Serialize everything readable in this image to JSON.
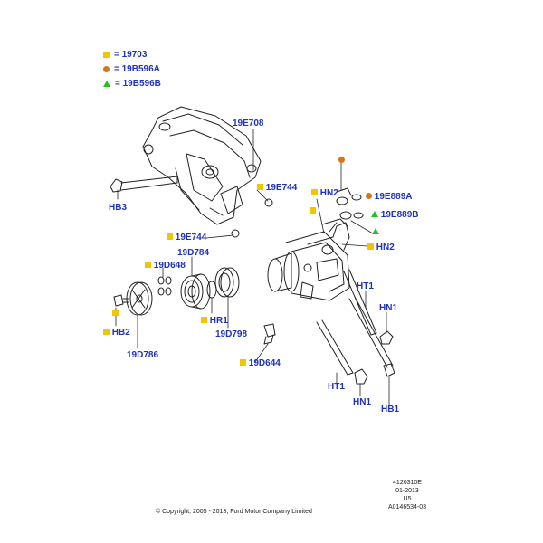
{
  "legend": {
    "items": [
      {
        "symbol": "square",
        "label": "= 19703"
      },
      {
        "symbol": "circle",
        "label": "= 19B596A"
      },
      {
        "symbol": "triangle",
        "label": "= 19B596B"
      }
    ]
  },
  "colors": {
    "label_blue": "#1f33b8",
    "square_yellow": "#f5c400",
    "circle_orange": "#d9741b",
    "triangle_green": "#22c21f",
    "line_dark": "#222222"
  },
  "callouts": {
    "c19E708": "19E708",
    "c19E744a": "19E744",
    "cHN2a": "HN2",
    "c19E889A": "19E889A",
    "c19E889B": "19E889B",
    "cHN2b": "HN2",
    "c19E744b": "19E744",
    "c19D784": "19D784",
    "c19D648": "19D648",
    "cHB3": "HB3",
    "cHT1a": "HT1",
    "cHN1a": "HN1",
    "cHR1": "HR1",
    "c19D798": "19D798",
    "cHB2": "HB2",
    "c19D786": "19D786",
    "c19D644": "19D644",
    "cHT1b": "HT1",
    "cHN1b": "HN1",
    "cHB1": "HB1"
  },
  "meta": {
    "code1": "4120310E",
    "code2": "01-2013",
    "code3": "U5",
    "code4": "A0146534-03"
  },
  "footer": {
    "copyright": "© Copyright, 2005 - 2013, Ford Motor Company Limited"
  }
}
